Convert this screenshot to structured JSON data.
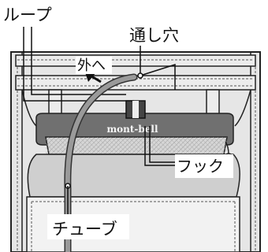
{
  "labels": {
    "loop": "ループ",
    "hole": "通し穴",
    "outside": "外へ",
    "hook": "フック",
    "tube": "チューブ",
    "brand": "mont-bell"
  },
  "colors": {
    "line": "#222222",
    "bag_light": "#e4e4e4",
    "bag_mid": "#bdbdbd",
    "panel_dark": "#6b6b6b",
    "tube": "#9a9a9a",
    "tube_edge": "#333333",
    "mesh": "#c8c8c8",
    "background": "#ffffff"
  }
}
